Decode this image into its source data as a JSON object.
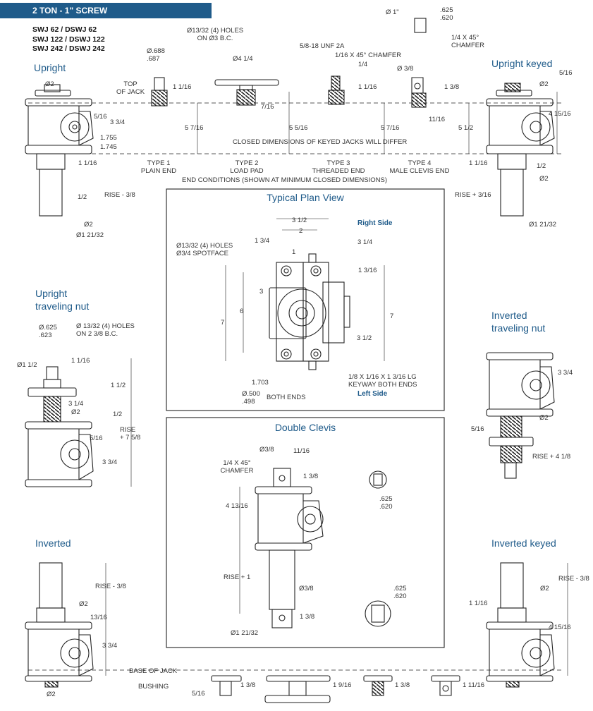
{
  "header": {
    "title": "2 TON - 1\" SCREW",
    "models": [
      "SWJ 62 / DSWJ 62",
      "SWJ 122 / DSWJ 122",
      "SWJ 242 / DSWJ 242"
    ]
  },
  "views": {
    "upright": "Upright",
    "upright_keyed": "Upright keyed",
    "upright_traveling_nut": [
      "Upright",
      "traveling nut"
    ],
    "inverted_traveling_nut": [
      "Inverted",
      "traveling nut"
    ],
    "inverted": "Inverted",
    "inverted_keyed": "Inverted keyed",
    "typical_plan_view": "Typical Plan View",
    "double_clevis": "Double Clevis",
    "right_side": "Right Side",
    "left_side": "Left Side"
  },
  "end_conditions": {
    "type1": [
      "TYPE 1",
      "PLAIN END"
    ],
    "type2": [
      "TYPE 2",
      "LOAD PAD"
    ],
    "type3": [
      "TYPE 3",
      "THREADED END"
    ],
    "type4": [
      "TYPE 4",
      "MALE CLEVIS END"
    ],
    "caption": "END CONDITIONS (SHOWN AT MINIMUM CLOSED DIMENSIONS)",
    "closed_note": "CLOSED DIMENSIONS OF KEYED JACKS WILL DIFFER"
  },
  "dims_top": {
    "d1": "Ø 1\"",
    "tol625_620": [
      ".625",
      ".620"
    ],
    "pin": [
      "Ø.688",
      ".687"
    ],
    "holes": [
      "Ø13/32 (4) HOLES",
      "ON Ø3 B.C."
    ],
    "d4_1_4": "Ø4 1/4",
    "thread": "5/8-18 UNF 2A",
    "chamfer_1_16": "1/16 X 45° CHAMFER",
    "quarter": "1/4",
    "chamfer_1_4": [
      "1/4 X 45°",
      "CHAMFER"
    ],
    "d3_8": "Ø 3/8",
    "d2": "Ø2",
    "top_of_jack": [
      "TOP",
      "OF JACK"
    ],
    "five_16": "5/16",
    "three_3_4": "3 3/4",
    "h1755": "1.755",
    "h1745": "1.745",
    "one_1_16": "1 1/16",
    "seven_16": "7/16",
    "one_3_8": "1 3/8",
    "eleven_16": "11/16",
    "five_7_16": "5 7/16",
    "five_5_16": "5 5/16",
    "five_1_2": "5 1/2",
    "four_15_16": "4 15/16",
    "half": "1/2",
    "rise_minus_3_8": "RISE - 3/8",
    "rise_plus_3_16": "RISE + 3/16",
    "d1_21_32": "Ø1 21/32"
  },
  "plan_view": {
    "w3_1_2": "3 1/2",
    "w2": "2",
    "w1_3_4": "1 3/4",
    "w1": "1",
    "w3_1_4": "3 1/4",
    "holes": [
      "Ø13/32 (4) HOLES",
      "Ø3/4 SPOTFACE"
    ],
    "h1_3_16": "1 3/16",
    "h3": "3",
    "h6": "6",
    "h7": "7",
    "h3_1_2": "3 1/2",
    "keyway": [
      "1/8 X 1/16 X 1 3/16 LG",
      "KEYWAY BOTH ENDS"
    ],
    "w1703": "1.703",
    "shaft": [
      "Ø.500",
      ".498"
    ],
    "both_ends": "BOTH ENDS"
  },
  "traveling_nut": {
    "tol": [
      "Ø.625",
      ".623"
    ],
    "holes": [
      "Ø 13/32 (4) HOLES",
      "ON  2 3/8 B.C."
    ],
    "d1_1_2": "Ø1 1/2",
    "one_1_16": "1 1/16",
    "one_1_2": "1 1/2",
    "three_1_4": "3 1/4",
    "d2": "Ø2",
    "half": "1/2",
    "rise_plus_7_5_8": [
      "RISE",
      "+ 7 5/8"
    ],
    "five_16": "5/16",
    "three_3_4": "3 3/4",
    "rise_plus_4_1_8": "RISE + 4 1/8"
  },
  "double_clevis": {
    "d3_8": "Ø3/8",
    "eleven_16": "11/16",
    "chamfer": [
      "1/4 X 45°",
      "CHAMFER"
    ],
    "one_3_8": "1 3/8",
    "four_13_16": "4 13/16",
    "tol": [
      ".625",
      ".620"
    ],
    "rise_plus_1": "RISE + 1",
    "d1_21_32": "Ø1 21/32"
  },
  "bottom": {
    "rise_minus_3_8": "RISE - 3/8",
    "d2": "Ø2",
    "thirteen_16": "13/16",
    "three_3_4": "3 3/4",
    "base_of_jack": "BASE OF JACK",
    "bushing": "BUSHING",
    "five_16": "5/16",
    "one_3_8": "1 3/8",
    "one_9_16": "1 9/16",
    "one_11_16": "1 11/16",
    "one_1_16": "1 1/16",
    "four_15_16": "4 15/16"
  }
}
